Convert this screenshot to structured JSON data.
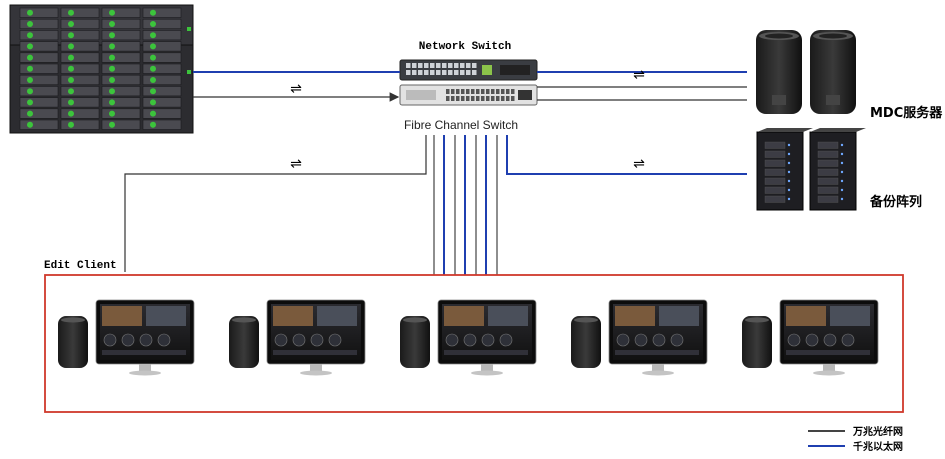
{
  "labels": {
    "network_switch": "Network Switch",
    "fibre_channel_switch": "Fibre Channel Switch",
    "mdc_server": "MDC服务器",
    "backup_array": "备份阵列",
    "edit_client": "Edit Client"
  },
  "link_arrow_symbol": "⇌",
  "legend": [
    {
      "label": "万兆光纤网",
      "color": "#444444"
    },
    {
      "label": "千兆以太网",
      "color": "#1f3fb0"
    }
  ],
  "colors": {
    "fibre_line": "#444444",
    "ethernet_line": "#1f3fb0",
    "client_frame": "#d0392b",
    "storage_led": "#3cc43c"
  },
  "edit_client_count": 5
}
